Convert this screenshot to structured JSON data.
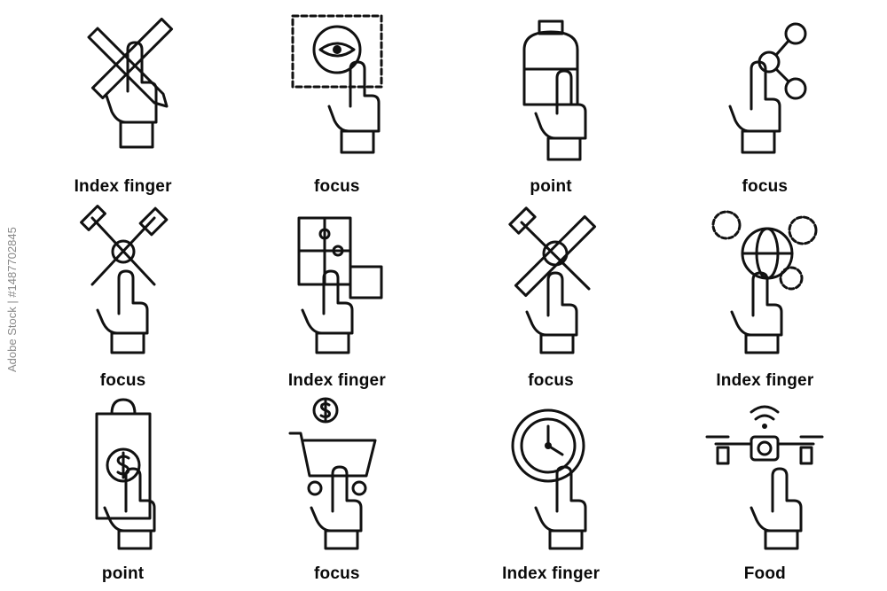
{
  "side_caption": "Adobe Stock | #1487702845",
  "items": [
    {
      "label": "Index finger",
      "icon": "pencil-ruler-hand-icon"
    },
    {
      "label": "focus",
      "icon": "eye-frame-hand-icon"
    },
    {
      "label": "point",
      "icon": "backpack-hand-icon"
    },
    {
      "label": "focus",
      "icon": "share-nodes-hand-icon"
    },
    {
      "label": "focus",
      "icon": "tools-hand-icon"
    },
    {
      "label": "Index finger",
      "icon": "puzzle-head-hand-icon"
    },
    {
      "label": "focus",
      "icon": "hammer-ruler-gear-hand-icon"
    },
    {
      "label": "Index finger",
      "icon": "globe-gears-hand-icon"
    },
    {
      "label": "point",
      "icon": "shopping-bag-dollar-hand-icon"
    },
    {
      "label": "focus",
      "icon": "shopping-cart-coin-hand-icon"
    },
    {
      "label": "Index finger",
      "icon": "clock-hand-icon"
    },
    {
      "label": "Food",
      "icon": "drone-wifi-hand-icon"
    }
  ]
}
